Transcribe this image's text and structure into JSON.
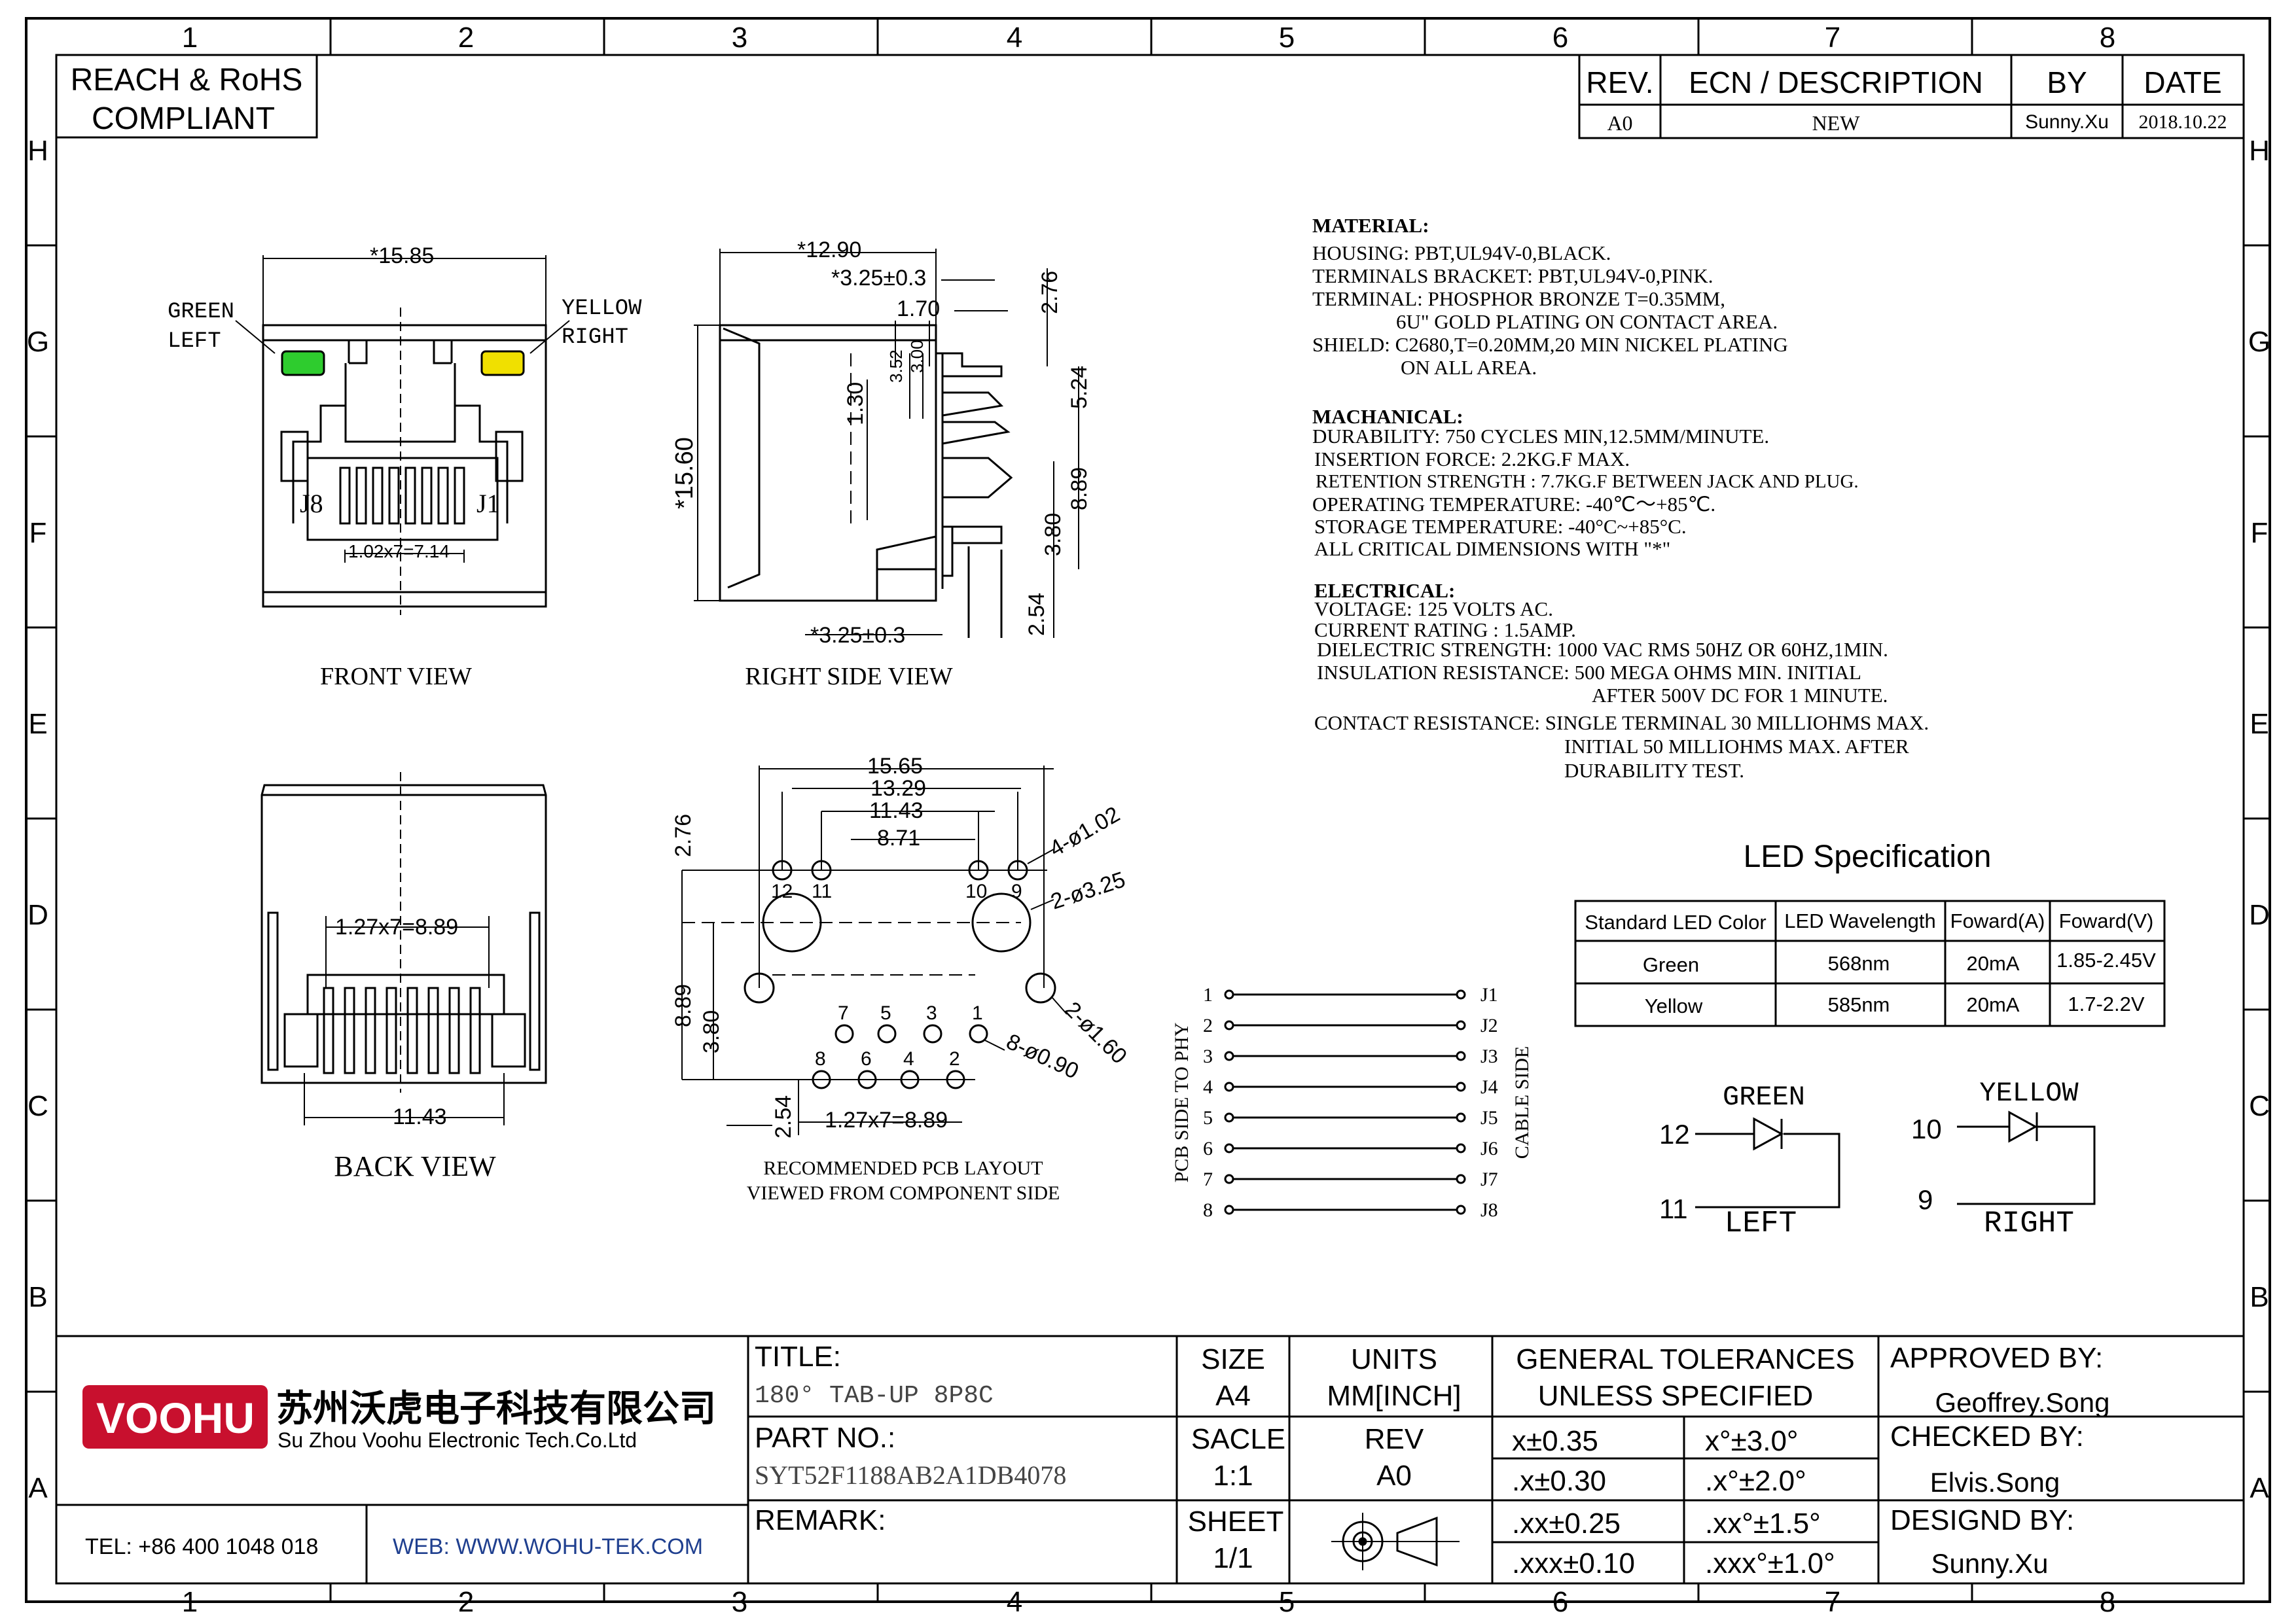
{
  "border": {
    "cols_top": [
      "1",
      "2",
      "3",
      "4",
      "5",
      "6",
      "7",
      "8"
    ],
    "cols_bottom": [
      "1",
      "2",
      "3",
      "4",
      "5",
      "6",
      "7",
      "8"
    ],
    "rows_left": [
      "H",
      "G",
      "F",
      "E",
      "D",
      "C",
      "B",
      "A"
    ],
    "rows_right": [
      "H",
      "G",
      "F",
      "E",
      "D",
      "C",
      "B",
      "A"
    ]
  },
  "compliance": {
    "line1": "REACH & RoHS",
    "line2": "COMPLIANT"
  },
  "revision": {
    "headers": {
      "rev": "REV.",
      "ecn": "ECN / DESCRIPTION",
      "by": "BY",
      "date": "DATE"
    },
    "row": {
      "rev": "A0",
      "ecn": "NEW",
      "by": "Sunny.Xu",
      "date": "2018.10.22"
    }
  },
  "front_view": {
    "caption": "FRONT VIEW",
    "dim_width": "*15.85",
    "green_label1": "GREEN",
    "green_label2": "LEFT",
    "yellow_label1": "YELLOW",
    "yellow_label2": "RIGHT",
    "pin_j8": "J8",
    "pin_j1": "J1",
    "dim_pitch": "1.02x7=7.14",
    "led_green": "#2ecc2e",
    "led_yellow": "#f0e000"
  },
  "side_view": {
    "caption": "RIGHT SIDE VIEW",
    "dim_depth": "*12.90",
    "dim_325_top": "*3.25±0.3",
    "dim_170": "1.70",
    "dim_276": "2.76",
    "dim_352": "3.52",
    "dim_300": "3.00",
    "dim_524": "5.24",
    "dim_130": "1.30",
    "dim_height": "*15.60",
    "dim_889": "8.89",
    "dim_380": "3.80",
    "dim_254": "2.54",
    "dim_325_bottom": "*3.25±0.3"
  },
  "back_view": {
    "caption": "BACK VIEW",
    "dim_pitch": "1.27x7=8.89",
    "dim_1143": "11.43"
  },
  "pcb_layout": {
    "caption1": "RECOMMENDED PCB LAYOUT",
    "caption2": "VIEWED FROM COMPONENT SIDE",
    "dim_1565": "15.65",
    "dim_1329": "13.29",
    "dim_1143": "11.43",
    "dim_871": "8.71",
    "dim_276": "2.76",
    "dim_889": "8.89",
    "dim_380": "3.80",
    "dim_254": "2.54",
    "dim_pitch": "1.27x7=8.89",
    "hole_102": "4-ø1.02",
    "hole_325": "2-ø3.25",
    "hole_160": "2-ø1.60",
    "hole_090": "8-ø0.90",
    "pins_top_led": [
      "12",
      "11",
      "10",
      "9"
    ],
    "pins_top": [
      "7",
      "5",
      "3",
      "1"
    ],
    "pins_bottom": [
      "8",
      "6",
      "4",
      "2"
    ]
  },
  "wiring": {
    "left_label": "PCB SIDE TO PHY",
    "right_label": "CABLE SIDE",
    "left_pins": [
      "1",
      "2",
      "3",
      "4",
      "5",
      "6",
      "7",
      "8"
    ],
    "right_pins": [
      "J1",
      "J2",
      "J3",
      "J4",
      "J5",
      "J6",
      "J7",
      "J8"
    ]
  },
  "notes": {
    "material_title": "MATERIAL:",
    "material": [
      "HOUSING: PBT,UL94V-0,BLACK.",
      "TERMINALS BRACKET: PBT,UL94V-0,PINK.",
      "TERMINAL: PHOSPHOR BRONZE T=0.35MM,",
      "6U\" GOLD PLATING ON CONTACT AREA.",
      "SHIELD: C2680,T=0.20MM,20 MIN NICKEL PLATING",
      "ON ALL AREA."
    ],
    "mechanical_title": "MACHANICAL:",
    "mechanical": [
      "DURABILITY: 750 CYCLES MIN,12.5MM/MINUTE.",
      "INSERTION FORCE: 2.2KG.F MAX.",
      "RETENTION STRENGTH : 7.7KG.F BETWEEN JACK AND PLUG.",
      "OPERATING TEMPERATURE: -40℃～+85℃.",
      "STORAGE TEMPERATURE: -40°C~+85°C.",
      "ALL CRITICAL DIMENSIONS WITH \"*\""
    ],
    "electrical_title": "ELECTRICAL:",
    "electrical": [
      "VOLTAGE: 125 VOLTS AC.",
      "CURRENT RATING : 1.5AMP.",
      "DIELECTRIC STRENGTH: 1000 VAC RMS 50HZ OR 60HZ,1MIN.",
      "INSULATION RESISTANCE: 500 MEGA OHMS MIN. INITIAL",
      "AFTER 500V DC FOR 1 MINUTE.",
      "CONTACT RESISTANCE: SINGLE TERMINAL 30 MILLIOHMS MAX.",
      "INITIAL 50 MILLIOHMS MAX. AFTER",
      "DURABILITY TEST."
    ]
  },
  "led_spec": {
    "title": "LED Specification",
    "headers": [
      "Standard LED Color",
      "LED Wavelength",
      "Foward(A)",
      "Foward(V)"
    ],
    "rows": [
      [
        "Green",
        "568nm",
        "20mA",
        "1.85-2.45V"
      ],
      [
        "Yellow",
        "585nm",
        "20mA",
        "1.7-2.2V"
      ]
    ]
  },
  "led_schematic": {
    "green_title": "GREEN",
    "green_pin_a": "12",
    "green_pin_b": "11",
    "green_side": "LEFT",
    "yellow_title": "YELLOW",
    "yellow_pin_a": "10",
    "yellow_pin_b": "9",
    "yellow_side": "RIGHT"
  },
  "title_block": {
    "logo": "VOOHU",
    "logo_color": "#c8102e",
    "company_cn": "苏州沃虎电子科技有限公司",
    "company_en": "Su Zhou Voohu Electronic Tech.Co.Ltd",
    "tel": "TEL: +86 400 1048 018",
    "web": "WEB: WWW.WOHU-TEK.COM",
    "web_color": "#1f3f8f",
    "title_label": "TITLE:",
    "title_value": "180° TAB-UP 8P8C",
    "part_label": "PART NO.:",
    "part_value": "SYT52F1188AB2A1DB4078",
    "remark_label": "REMARK:",
    "size_label": "SIZE",
    "size_value": "A4",
    "units_label": "UNITS",
    "units_value": "MM[INCH]",
    "scale_label": "SACLE",
    "scale_value": "1:1",
    "rev_label": "REV",
    "rev_value": "A0",
    "sheet_label": "SHEET",
    "sheet_value": "1/1",
    "tol_title1": "GENERAL TOLERANCES",
    "tol_title2": "UNLESS SPECIFIED",
    "tol_linear": [
      "x±0.35",
      ".x±0.30",
      ".xx±0.25",
      ".xxx±0.10"
    ],
    "tol_angular": [
      "x°±3.0°",
      ".x°±2.0°",
      ".xx°±1.5°",
      ".xxx°±1.0°"
    ],
    "approved_label": "APPROVED BY:",
    "approved_value": "Geoffrey.Song",
    "checked_label": "CHECKED BY:",
    "checked_value": "Elvis.Song",
    "designed_label": "DESIGND BY:",
    "designed_value": "Sunny.Xu"
  }
}
